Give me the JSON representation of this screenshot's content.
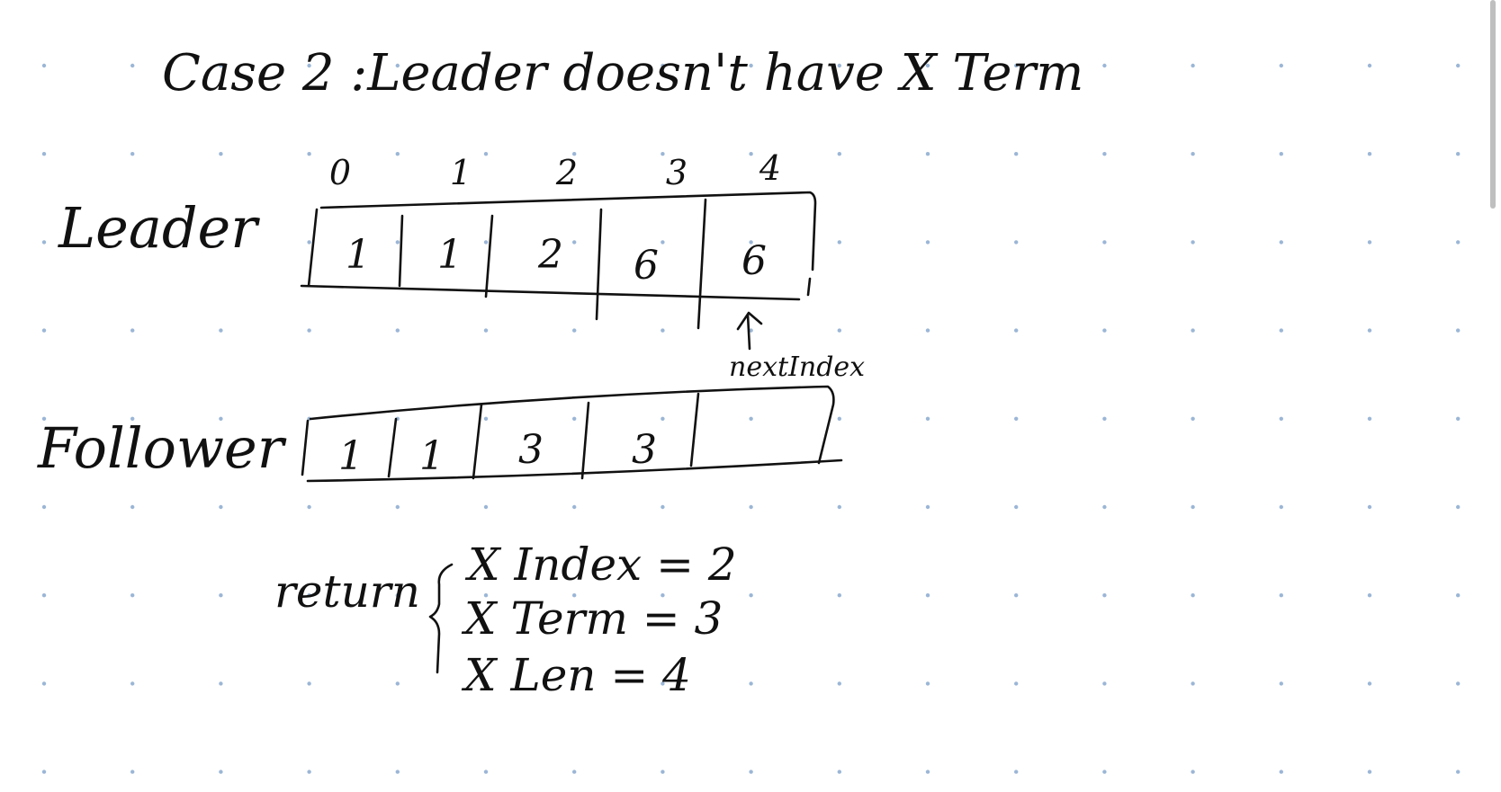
{
  "title": "Case 2 :Leader doesn't have X Term",
  "leader": {
    "label": "Leader",
    "indices": [
      "0",
      "1",
      "2",
      "3",
      "4"
    ],
    "cells": [
      "1",
      "1",
      "2",
      "6",
      "6"
    ],
    "pointer_label": "nextIndex"
  },
  "follower": {
    "label": "Follower",
    "cells": [
      "1",
      "1",
      "3",
      "3",
      ""
    ]
  },
  "return_block": {
    "label": "return",
    "lines": [
      "X Index = 2",
      "X Term = 3",
      "X Len = 4"
    ]
  },
  "colors": {
    "ink": "#111111",
    "grid_dot": "#9bb6d6",
    "scrollbar": "#bfbfbf"
  }
}
